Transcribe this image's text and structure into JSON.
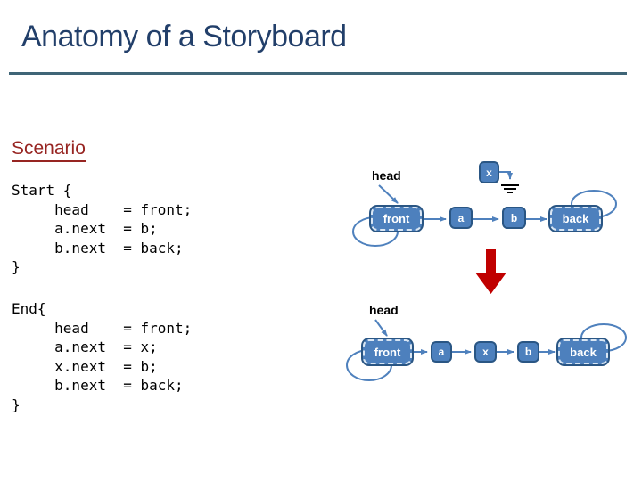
{
  "slide": {
    "title": "Anatomy of a Storyboard",
    "section_heading": "Scenario"
  },
  "code": {
    "start_block": {
      "lines": [
        "Start {",
        "     head    = front;",
        "     a.next  = b;",
        "     b.next  = back;",
        "}"
      ]
    },
    "end_block": {
      "lines": [
        "End{",
        "     head    = front;",
        "     a.next  = x;",
        "     x.next  = b;",
        "     b.next  = back;",
        "}"
      ]
    }
  },
  "diagram_before": {
    "head_label": "head",
    "floating_node": {
      "label": "x",
      "points_to": "ground-symbol"
    },
    "nodes": [
      {
        "label": "front",
        "self_loop": true
      },
      {
        "label": "a",
        "self_loop": false
      },
      {
        "label": "b",
        "self_loop": false
      },
      {
        "label": "back",
        "self_loop": true
      }
    ]
  },
  "transition": {
    "direction": "down"
  },
  "diagram_after": {
    "head_label": "head",
    "nodes": [
      {
        "label": "front",
        "self_loop": true
      },
      {
        "label": "a",
        "self_loop": false
      },
      {
        "label": "x",
        "self_loop": false
      },
      {
        "label": "b",
        "self_loop": false
      },
      {
        "label": "back",
        "self_loop": true
      }
    ]
  },
  "colors": {
    "title": "#223f6a",
    "title_rule": "#3f6577",
    "section_heading": "#972522",
    "node_fill": "#4d80bd",
    "node_border": "#2a5684",
    "node_dash": "#d9e6f4",
    "connector": "#4f81bd",
    "transition_arrow": "#c00000",
    "code_text": "#000000",
    "ground_symbol": "#000000"
  }
}
